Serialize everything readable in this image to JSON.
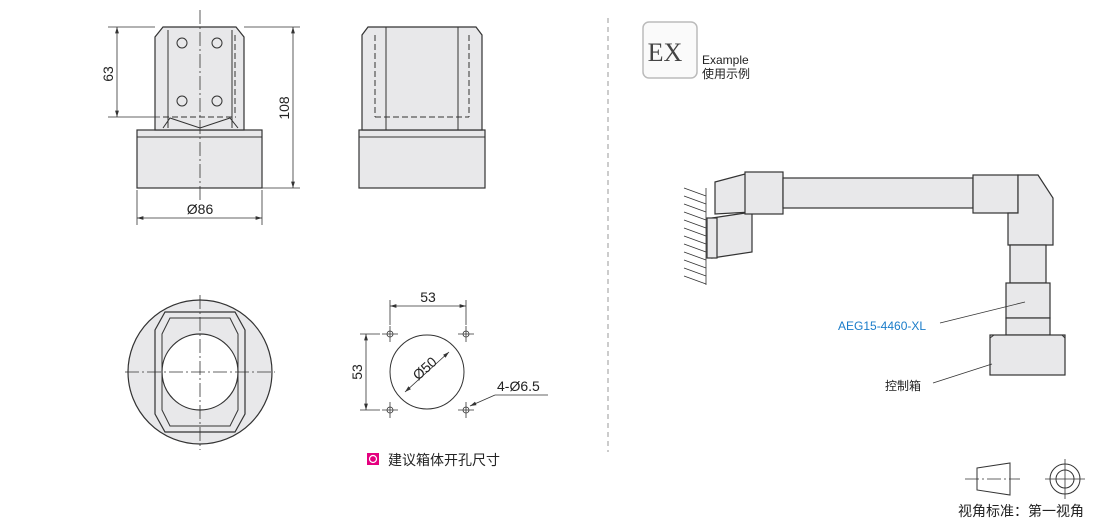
{
  "front_view": {
    "dim_height_upper": "63",
    "dim_height_total": "108",
    "dim_diameter": "Ø86"
  },
  "cutout": {
    "dim_horizontal": "53",
    "dim_vertical": "53",
    "dim_circle": "Ø50",
    "dim_holes": "4-Ø6.5"
  },
  "legend": {
    "label": "建议箱体开孔尺寸",
    "marker_color": "#e4007f"
  },
  "example": {
    "badge": "EX",
    "title_en": "Example",
    "title_cn": "使用示例"
  },
  "assembly": {
    "part_label": "AEG15-4460-XL",
    "part_label_color": "#1a7cc9",
    "box_label": "控制箱"
  },
  "projection": {
    "label": "视角标准：第一视角"
  }
}
